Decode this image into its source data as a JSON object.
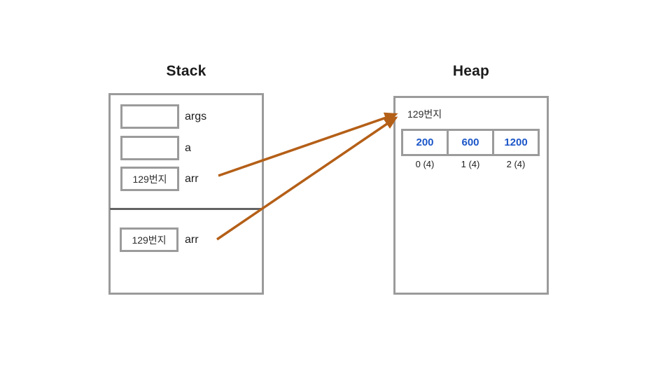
{
  "stack": {
    "title": "Stack",
    "frames": [
      {
        "variables": [
          {
            "label": "args",
            "value": ""
          },
          {
            "label": "a",
            "value": ""
          },
          {
            "label": "arr",
            "value": "129번지"
          }
        ]
      },
      {
        "variables": [
          {
            "label": "arr",
            "value": "129번지"
          }
        ]
      }
    ]
  },
  "heap": {
    "title": "Heap",
    "address_label": "129번지",
    "array_cells": [
      {
        "value": "200",
        "index_label": "0 (4)"
      },
      {
        "value": "600",
        "index_label": "1 (4)"
      },
      {
        "value": "1200",
        "index_label": "2 (4)"
      }
    ]
  },
  "colors": {
    "border_gray": "#9b9b9b",
    "divider_gray": "#636363",
    "value_blue": "#1b56c8",
    "arrow_orange": "#b45f17",
    "text_black": "#1c1c1c"
  }
}
